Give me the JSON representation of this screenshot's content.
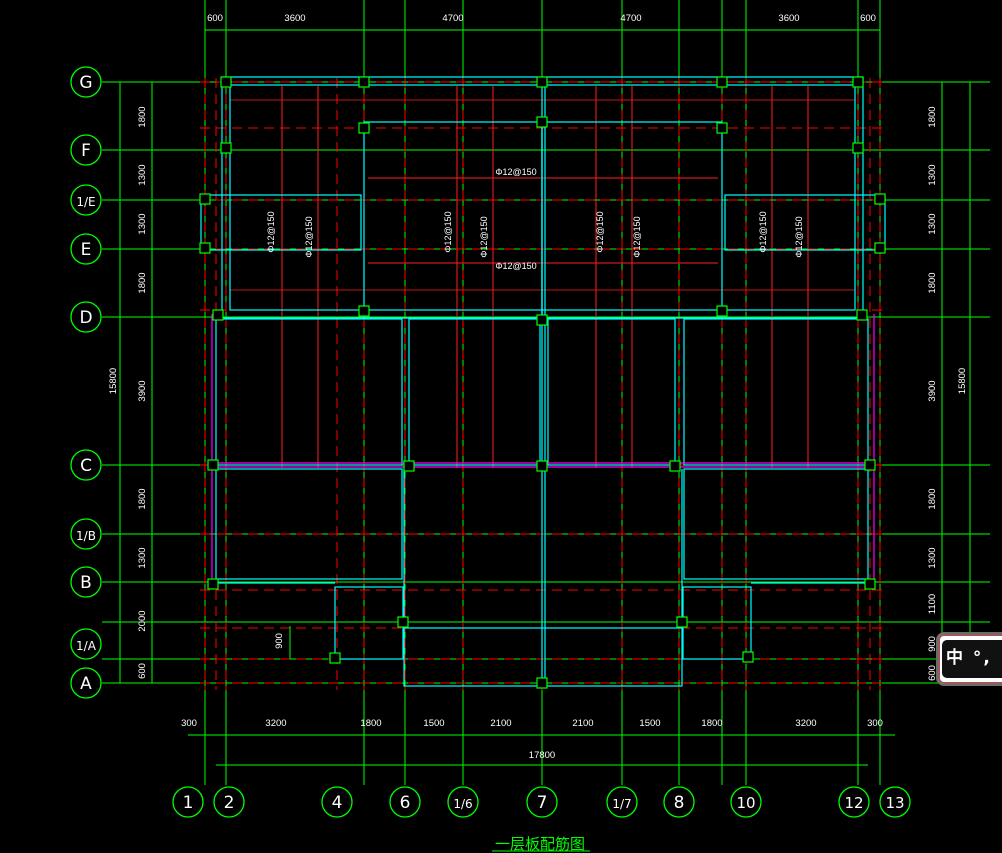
{
  "drawing": {
    "title": "一层板配筋图",
    "colors": {
      "background": "#000000",
      "axis": "#00ff00",
      "wall": "#00ffff",
      "beam_dashed": "#ff0000",
      "reinforcement": "#ff2020",
      "purple_beam": "#ff00ff",
      "text": "#ffffff"
    },
    "top_dimensions": [
      "600",
      "3600",
      "4700",
      "4700",
      "3600",
      "600"
    ],
    "bottom_dimensions": [
      "300",
      "3200",
      "1800",
      "1500",
      "2100",
      "2100",
      "1500",
      "1800",
      "3200",
      "300"
    ],
    "bottom_total": "17800",
    "left_dimensions": [
      "1800",
      "1300",
      "1300",
      "1800",
      "3900",
      "1800",
      "1300",
      "2000",
      "600"
    ],
    "left_total": "15800",
    "right_dimensions": [
      "1800",
      "1300",
      "1300",
      "1800",
      "3900",
      "1800",
      "1300",
      "1100",
      "900",
      "600"
    ],
    "right_total": "15800",
    "local_dimension": "900",
    "row_axes": [
      "G",
      "F",
      "1/E",
      "E",
      "D",
      "C",
      "1/B",
      "B",
      "1/A",
      "A"
    ],
    "column_axes": [
      "1",
      "2",
      "4",
      "6",
      "1/6",
      "7",
      "1/7",
      "8",
      "10",
      "12",
      "13"
    ],
    "rebar_labels": [
      "Φ12@150",
      "Φ12@150",
      "Φ12@150",
      "Φ12@150",
      "Φ12@150",
      "Φ12@150",
      "Φ12@150",
      "Φ12@150",
      "Φ12@150",
      "Φ12@150"
    ]
  },
  "ime_toolbar": {
    "label": "中 °,"
  }
}
